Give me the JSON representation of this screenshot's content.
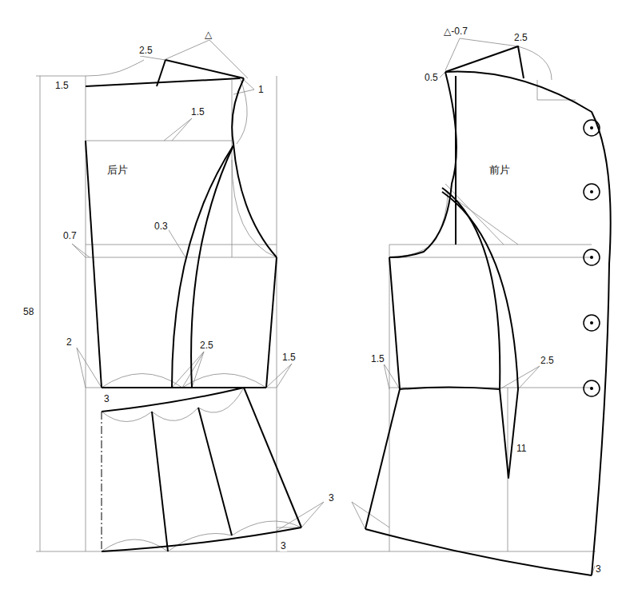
{
  "diagram": {
    "labels": [
      "2.5",
      "△",
      "1.5",
      "1",
      "1.5",
      "后片",
      "0.7",
      "0.3",
      "58",
      "2",
      "2.5",
      "1.5",
      "3",
      "3",
      "3",
      "△-0.7",
      "2.5",
      "0.5",
      "前片",
      "1.5",
      "2.5",
      "11",
      "3"
    ]
  }
}
